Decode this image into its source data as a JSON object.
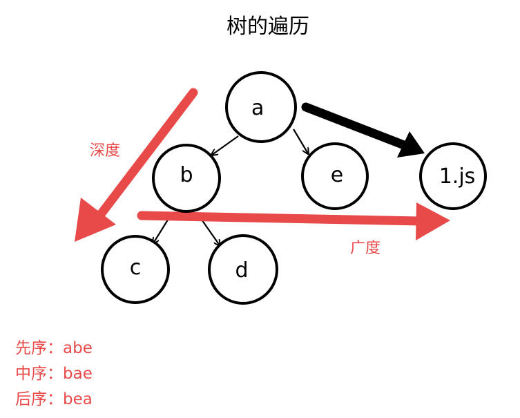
{
  "title": "树的遍历",
  "colors": {
    "accent_red": "#e84a4a",
    "stroke_black": "#000000"
  },
  "nodes": {
    "a": "a",
    "b": "b",
    "e": "e",
    "c": "c",
    "d": "d",
    "js": "1.js"
  },
  "labels": {
    "depth": "深度",
    "breadth": "广度"
  },
  "orders": [
    {
      "text": "先序：abe"
    },
    {
      "text": "中序：bae"
    },
    {
      "text": "后序：bea"
    }
  ]
}
